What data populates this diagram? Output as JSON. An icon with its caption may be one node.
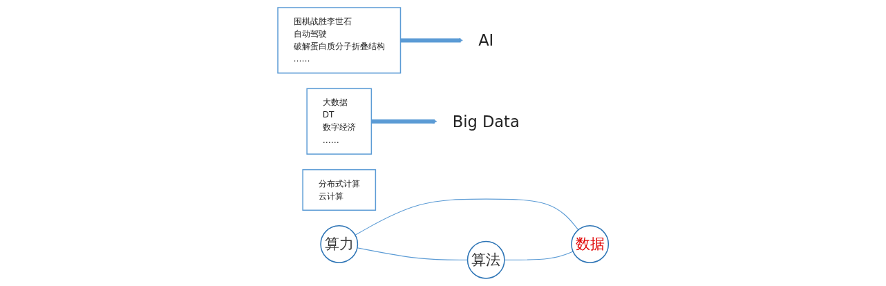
{
  "diagram": {
    "nodes": [
      {
        "text": [
          "围棋战胜李世石",
          "自动驾驶",
          "破解蛋白质分子折叠结构",
          "……"
        ]
      },
      {
        "text": [
          "AI"
        ]
      },
      {
        "text": [
          "大数据",
          "DT",
          "数字经济",
          "……"
        ]
      },
      {
        "text": [
          "Big Data"
        ]
      },
      {
        "text": [
          "分布式计算",
          "云计算"
        ]
      },
      {
        "text": [
          "算力"
        ]
      },
      {
        "text": [
          "算法"
        ]
      },
      {
        "text": [
          "数据"
        ]
      }
    ],
    "edges": [
      {
        "from": 0,
        "to": 1,
        "arrow": "to",
        "style": "thick"
      },
      {
        "from": 2,
        "to": 3,
        "arrow": "to",
        "style": "thick"
      },
      {
        "from": 5,
        "to": 6,
        "arrow": "none"
      },
      {
        "from": 5,
        "to": 7,
        "arrow": "none"
      },
      {
        "from": 6,
        "to": 7,
        "arrow": "none"
      }
    ]
  }
}
